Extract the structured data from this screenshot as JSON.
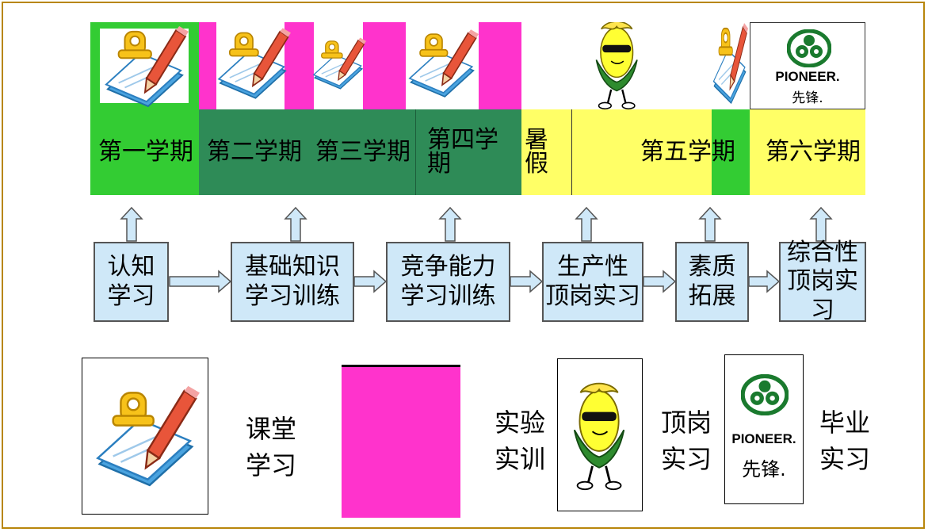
{
  "semesters": [
    {
      "label": "第一学期",
      "color": "#33cc33"
    },
    {
      "label": "第二学期",
      "color": "#2e8b57"
    },
    {
      "label": "第三学期",
      "color": "#2e8b57"
    },
    {
      "label": "第四学期",
      "color": "#2e8b57"
    },
    {
      "label": "暑假",
      "color": "#ffff66"
    },
    {
      "label": "第五学",
      "color": "#ffff66"
    },
    {
      "label": "期",
      "color": "#33cc33"
    },
    {
      "label": "第六学期",
      "color": "#ffff66"
    }
  ],
  "stages": [
    {
      "line1": "认知",
      "line2": "学习"
    },
    {
      "line1": "基础知识",
      "line2": "学习训练"
    },
    {
      "line1": "竞争能力",
      "line2": "学习训练"
    },
    {
      "line1": "生产性",
      "line2": "顶岗实习"
    },
    {
      "line1": "素质",
      "line2": "拓展"
    },
    {
      "line1": "综合性",
      "line2": "顶岗实习"
    }
  ],
  "legend": [
    {
      "line1": "课堂",
      "line2": "学习",
      "icon": "notepad-pencil-icon"
    },
    {
      "line1": "实验",
      "line2": "实训",
      "icon": "magenta-square",
      "color": "#ff33cc"
    },
    {
      "line1": "顶岗",
      "line2": "实习",
      "icon": "corn-mascot-icon"
    },
    {
      "line1": "毕业",
      "line2": "实习",
      "icon": "pioneer-logo"
    }
  ],
  "logo": {
    "brand": "PIONEER.",
    "cn": "先锋."
  },
  "colors": {
    "magenta": "#ff33cc",
    "light_green": "#33cc33",
    "dark_green": "#2e8b57",
    "yellow": "#ffff66",
    "box_fill": "#cfe8f8"
  }
}
